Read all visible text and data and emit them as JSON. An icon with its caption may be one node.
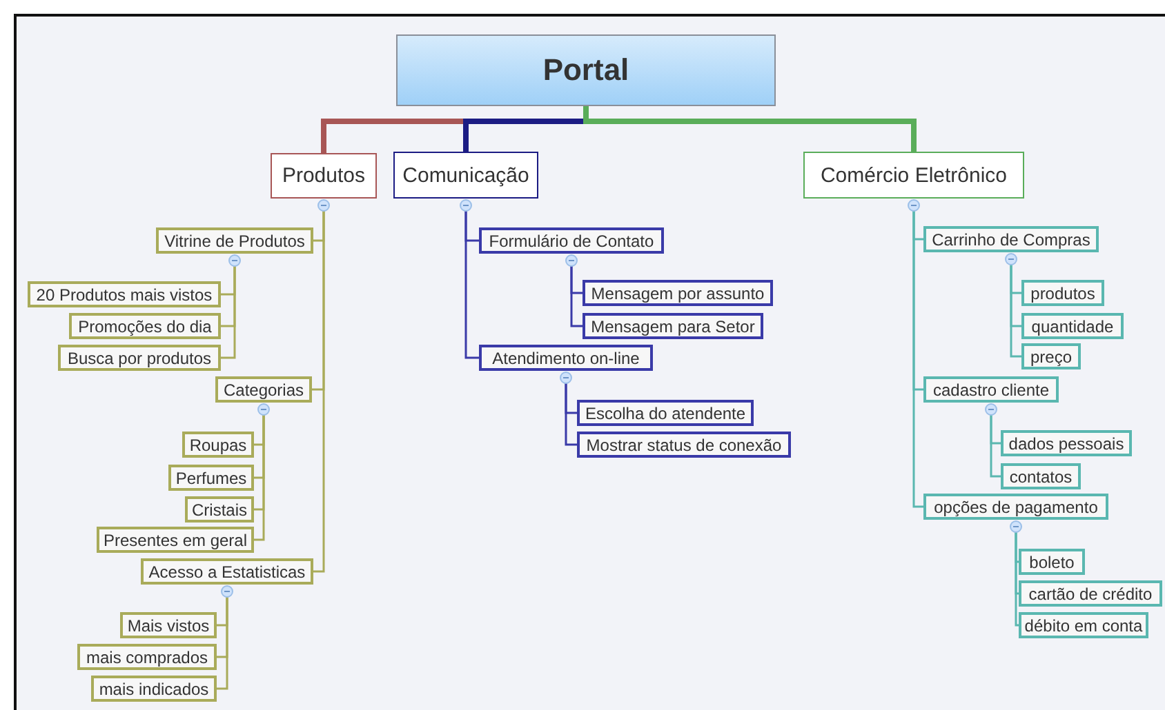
{
  "diagram": {
    "nodes": [
      {
        "text": [
          "Portal"
        ]
      },
      {
        "text": [
          "Produtos"
        ]
      },
      {
        "text": [
          "Comunicação"
        ]
      },
      {
        "text": [
          "Comércio Eletrônico"
        ]
      },
      {
        "text": [
          "Vitrine de Produtos"
        ]
      },
      {
        "text": [
          "20 Produtos mais vistos"
        ]
      },
      {
        "text": [
          "Promoções do dia"
        ]
      },
      {
        "text": [
          "Busca por produtos"
        ]
      },
      {
        "text": [
          "Categorias"
        ]
      },
      {
        "text": [
          "Roupas"
        ]
      },
      {
        "text": [
          "Perfumes"
        ]
      },
      {
        "text": [
          "Cristais"
        ]
      },
      {
        "text": [
          "Presentes em geral"
        ]
      },
      {
        "text": [
          "Acesso a Estatisticas"
        ]
      },
      {
        "text": [
          "Mais vistos"
        ]
      },
      {
        "text": [
          "mais comprados"
        ]
      },
      {
        "text": [
          "mais indicados"
        ]
      },
      {
        "text": [
          "Formulário de Contato"
        ]
      },
      {
        "text": [
          "Mensagem por assunto"
        ]
      },
      {
        "text": [
          "Mensagem para Setor"
        ]
      },
      {
        "text": [
          "Atendimento on-line"
        ]
      },
      {
        "text": [
          "Escolha do atendente"
        ]
      },
      {
        "text": [
          "Mostrar status de conexão"
        ]
      },
      {
        "text": [
          "Carrinho de Compras"
        ]
      },
      {
        "text": [
          "produtos"
        ]
      },
      {
        "text": [
          "quantidade"
        ]
      },
      {
        "text": [
          "preço"
        ]
      },
      {
        "text": [
          "cadastro cliente"
        ]
      },
      {
        "text": [
          "dados pessoais"
        ]
      },
      {
        "text": [
          "contatos"
        ]
      },
      {
        "text": [
          "opções de pagamento"
        ]
      },
      {
        "text": [
          "boleto"
        ]
      },
      {
        "text": [
          "cartão de crédito"
        ]
      },
      {
        "text": [
          "débito em conta"
        ]
      }
    ],
    "edges": [
      {
        "from": 0,
        "to": 1,
        "arrow": "none",
        "style": "thick",
        "color": "#a85656"
      },
      {
        "from": 0,
        "to": 2,
        "arrow": "none",
        "style": "thick",
        "color": "#1c1c84"
      },
      {
        "from": 0,
        "to": 3,
        "arrow": "none",
        "style": "thick",
        "color": "#5aad5a"
      },
      {
        "from": 1,
        "to": 4,
        "arrow": "none",
        "color": "#a9ab5a"
      },
      {
        "from": 4,
        "to": 5,
        "arrow": "none",
        "color": "#a9ab5a"
      },
      {
        "from": 4,
        "to": 6,
        "arrow": "none",
        "color": "#a9ab5a"
      },
      {
        "from": 4,
        "to": 7,
        "arrow": "none",
        "color": "#a9ab5a"
      },
      {
        "from": 1,
        "to": 8,
        "arrow": "none",
        "color": "#a9ab5a"
      },
      {
        "from": 8,
        "to": 9,
        "arrow": "none",
        "color": "#a9ab5a"
      },
      {
        "from": 8,
        "to": 10,
        "arrow": "none",
        "color": "#a9ab5a"
      },
      {
        "from": 8,
        "to": 11,
        "arrow": "none",
        "color": "#a9ab5a"
      },
      {
        "from": 8,
        "to": 12,
        "arrow": "none",
        "color": "#a9ab5a"
      },
      {
        "from": 1,
        "to": 13,
        "arrow": "none",
        "color": "#a9ab5a"
      },
      {
        "from": 13,
        "to": 14,
        "arrow": "none",
        "color": "#a9ab5a"
      },
      {
        "from": 13,
        "to": 15,
        "arrow": "none",
        "color": "#a9ab5a"
      },
      {
        "from": 13,
        "to": 16,
        "arrow": "none",
        "color": "#a9ab5a"
      },
      {
        "from": 2,
        "to": 17,
        "arrow": "none",
        "color": "#3a3aa8"
      },
      {
        "from": 17,
        "to": 18,
        "arrow": "none",
        "color": "#3a3aa8"
      },
      {
        "from": 17,
        "to": 19,
        "arrow": "none",
        "color": "#3a3aa8"
      },
      {
        "from": 2,
        "to": 20,
        "arrow": "none",
        "color": "#3a3aa8"
      },
      {
        "from": 20,
        "to": 21,
        "arrow": "none",
        "color": "#3a3aa8"
      },
      {
        "from": 20,
        "to": 22,
        "arrow": "none",
        "color": "#3a3aa8"
      },
      {
        "from": 3,
        "to": 23,
        "arrow": "none",
        "color": "#5ab7b0"
      },
      {
        "from": 23,
        "to": 24,
        "arrow": "none",
        "color": "#5ab7b0"
      },
      {
        "from": 23,
        "to": 25,
        "arrow": "none",
        "color": "#5ab7b0"
      },
      {
        "from": 23,
        "to": 26,
        "arrow": "none",
        "color": "#5ab7b0"
      },
      {
        "from": 3,
        "to": 27,
        "arrow": "none",
        "color": "#5ab7b0"
      },
      {
        "from": 27,
        "to": 28,
        "arrow": "none",
        "color": "#5ab7b0"
      },
      {
        "from": 27,
        "to": 29,
        "arrow": "none",
        "color": "#5ab7b0"
      },
      {
        "from": 3,
        "to": 30,
        "arrow": "none",
        "color": "#5ab7b0"
      },
      {
        "from": 30,
        "to": 31,
        "arrow": "none",
        "color": "#5ab7b0"
      },
      {
        "from": 30,
        "to": 32,
        "arrow": "none",
        "color": "#5ab7b0"
      },
      {
        "from": 30,
        "to": 33,
        "arrow": "none",
        "color": "#5ab7b0"
      }
    ]
  }
}
